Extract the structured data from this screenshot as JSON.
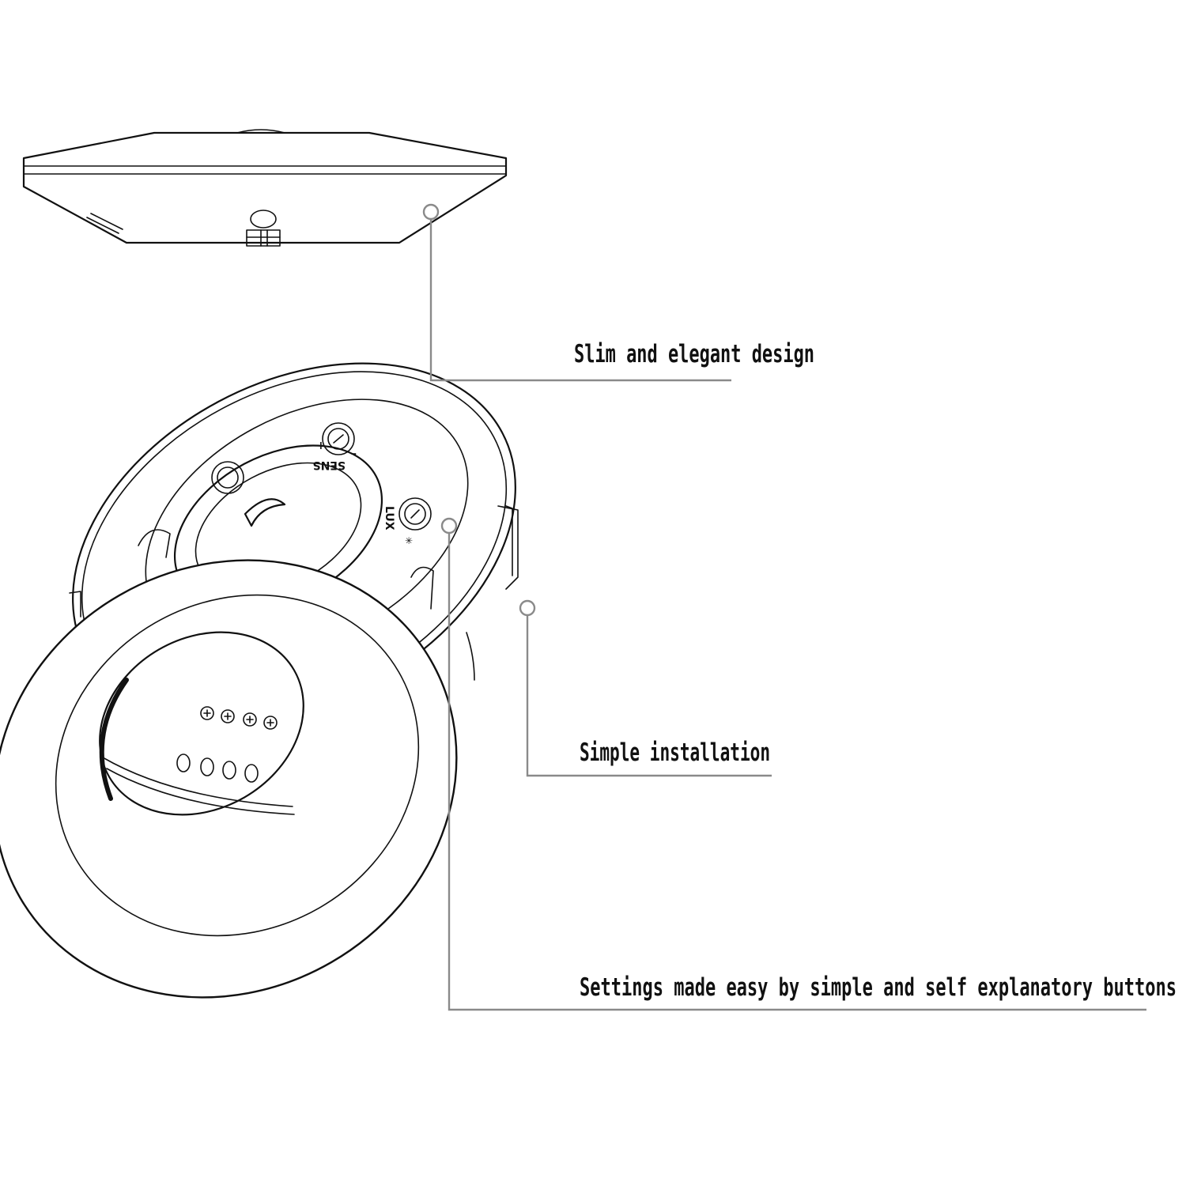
{
  "callouts": {
    "design": "Slim and elegant design",
    "installation": "Simple installation",
    "settings": "Settings made easy by simple and self explanatory buttons"
  },
  "dials": {
    "sens": "SENS",
    "lux": "LUX"
  },
  "colors": {
    "ink": "#111111",
    "leader": "#8a8a8a",
    "background": "#ffffff"
  }
}
